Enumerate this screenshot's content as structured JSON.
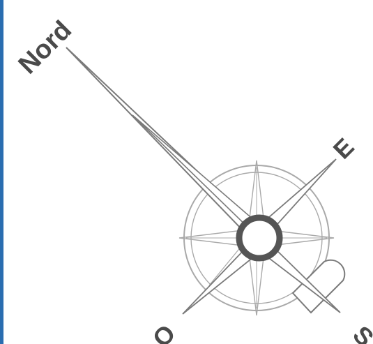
{
  "labels": {
    "north": "Nord",
    "east": "E",
    "south": "S",
    "west": "O"
  },
  "colors": {
    "edge_bar": "#2a6db0",
    "line": "#7a7a7a",
    "line_light": "#a9a9a9",
    "hub": "#555555",
    "text": "#4a4a4a",
    "background": "#ffffff"
  }
}
